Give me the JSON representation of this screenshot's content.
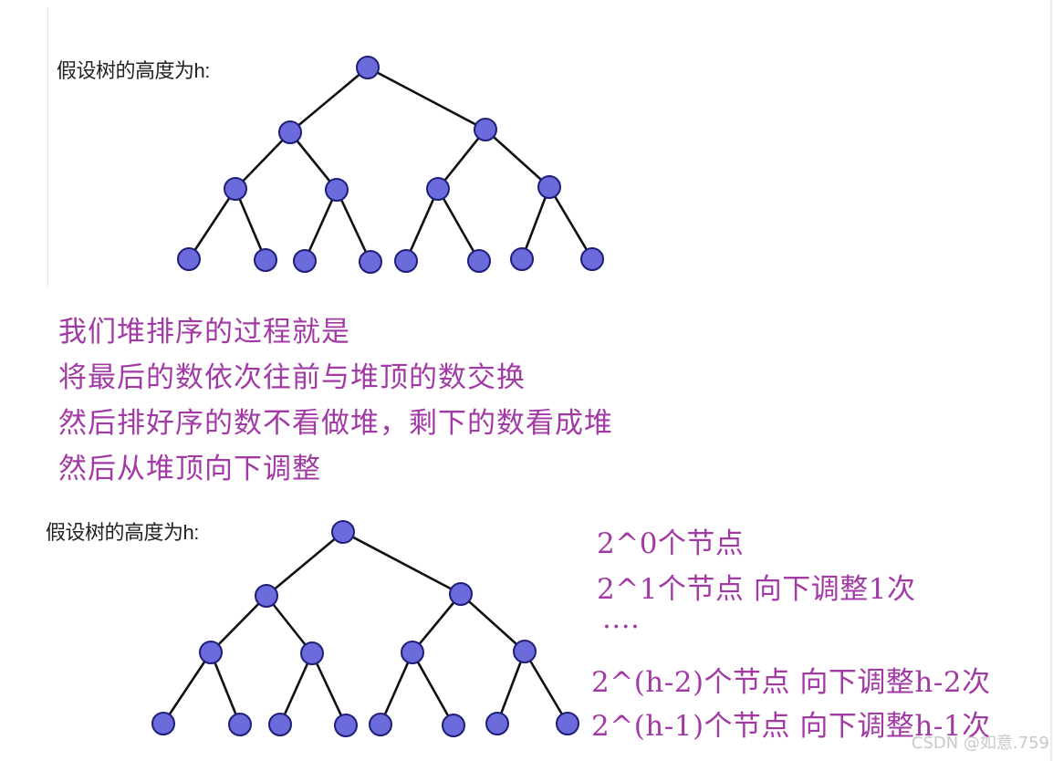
{
  "caption_top": "假设树的高度为h:",
  "caption_bottom": "假设树的高度为h:",
  "description": [
    "我们堆排序的过程就是",
    "将最后的数依次往前与堆顶的数交换",
    "然后排好序的数不看做堆，剩下的数看成堆",
    "然后从堆顶向下调整"
  ],
  "level_notes": [
    "2^0个节点",
    "2^1个节点 向下调整1次",
    "....",
    "2^(h-2)个节点 向下调整h-2次",
    "2^(h-1)个节点 向下调整h-1次"
  ],
  "watermark": "CSDN @如意.759",
  "colors": {
    "node_fill": "#6b6bdc",
    "node_stroke": "#1e1e78",
    "edge": "#111111",
    "text_purple": "#a23aa5"
  }
}
